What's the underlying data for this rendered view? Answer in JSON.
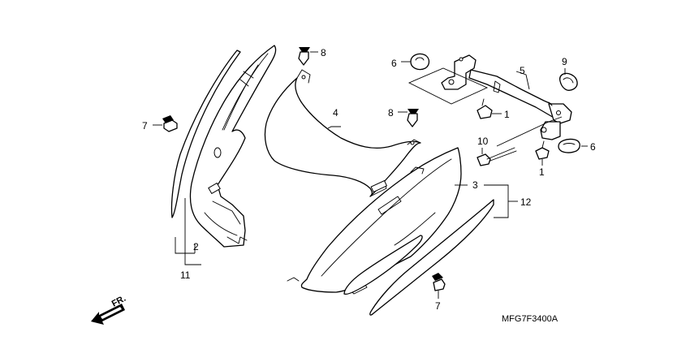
{
  "callouts": {
    "c1a": "1",
    "c1b": "1",
    "c2": "2",
    "c3": "3",
    "c4": "4",
    "c5": "5",
    "c6a": "6",
    "c6b": "6",
    "c7a": "7",
    "c7b": "7",
    "c8a": "8",
    "c8b": "8",
    "c9": "9",
    "c10": "10",
    "c11": "11",
    "c12": "12"
  },
  "front_label": "FR.",
  "diagram_code": "MFG7F3400A"
}
